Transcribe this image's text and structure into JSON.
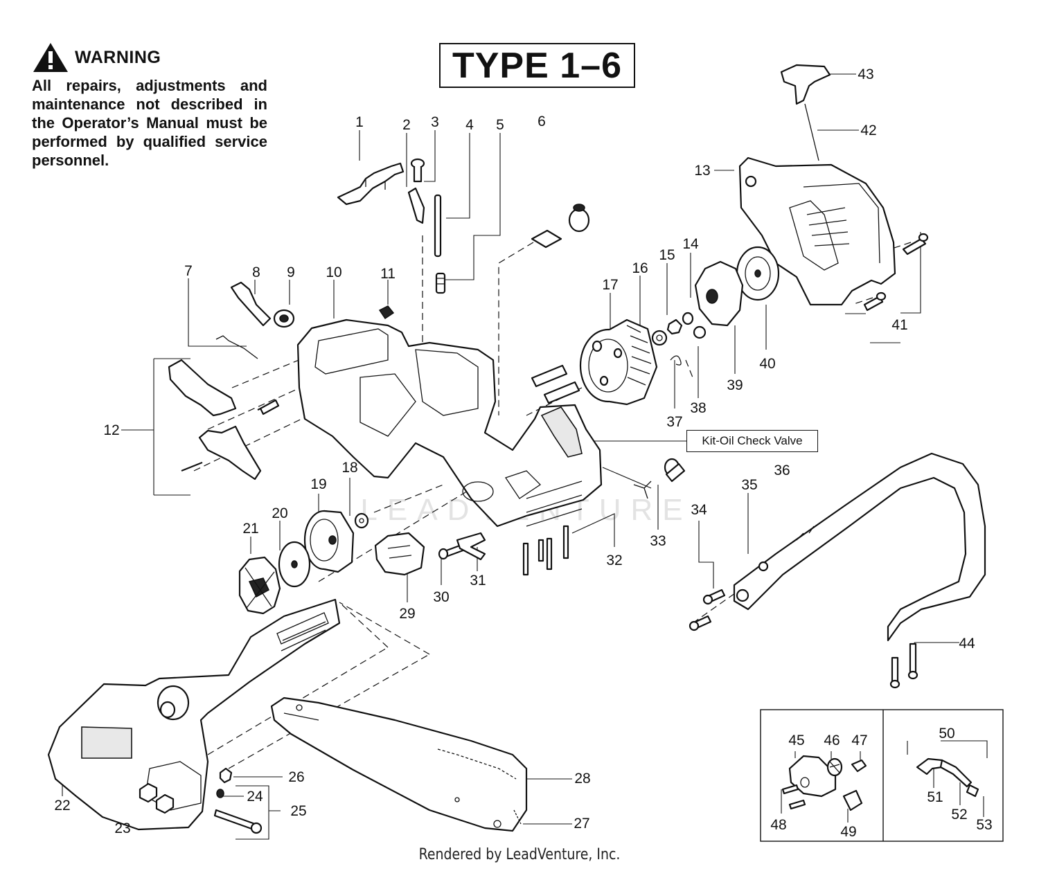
{
  "warning": {
    "title": "WARNING",
    "text": "All repairs, adjustments and maintenance not described in the Operator’s Manual must be performed by qualified service personnel."
  },
  "type_label": "TYPE 1–6",
  "kit_label": "Kit-Oil Check Valve",
  "watermark": "LEADVENTURE",
  "footer": "Rendered by LeadVenture, Inc.",
  "callouts": [
    "1",
    "2",
    "3",
    "4",
    "5",
    "6",
    "7",
    "8",
    "9",
    "10",
    "11",
    "12",
    "13",
    "14",
    "15",
    "16",
    "17",
    "18",
    "19",
    "20",
    "21",
    "22",
    "23",
    "24",
    "25",
    "26",
    "27",
    "28",
    "29",
    "30",
    "31",
    "32",
    "33",
    "34",
    "35",
    "36",
    "37",
    "38",
    "39",
    "40",
    "41",
    "42",
    "43",
    "44",
    "45",
    "46",
    "47",
    "48",
    "49",
    "50",
    "51",
    "52",
    "53"
  ]
}
